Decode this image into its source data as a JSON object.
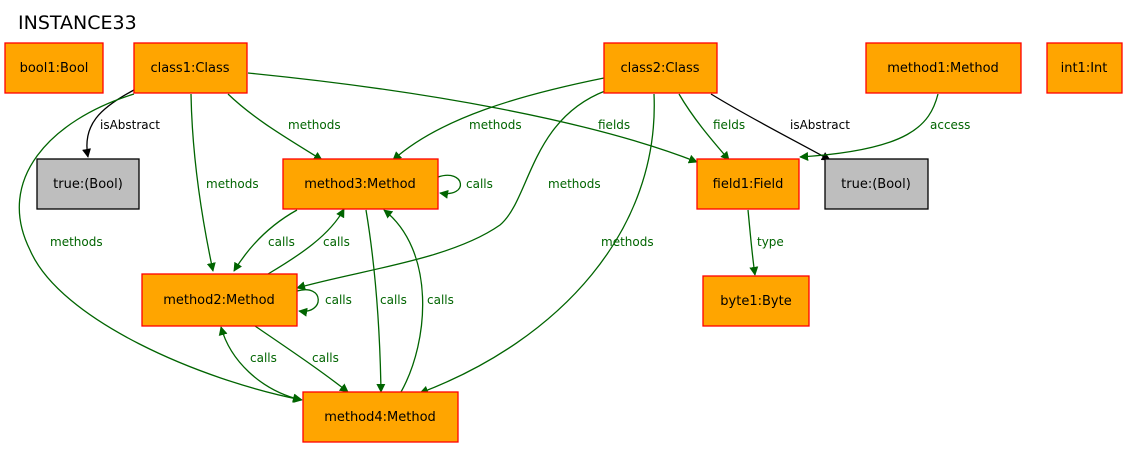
{
  "title": "INSTANCE33",
  "colors": {
    "node_fill": "#FFA500",
    "node_stroke": "#FF0000",
    "value_fill": "#BEBEBE",
    "value_stroke": "#000000",
    "edge_green": "#006400",
    "edge_black": "#000000"
  },
  "nodes": {
    "bool1": {
      "label": "bool1:Bool"
    },
    "class1": {
      "label": "class1:Class"
    },
    "true1": {
      "label": "true:(Bool)"
    },
    "method3": {
      "label": "method3:Method"
    },
    "method2": {
      "label": "method2:Method"
    },
    "method4": {
      "label": "method4:Method"
    },
    "class2": {
      "label": "class2:Class"
    },
    "field1": {
      "label": "field1:Field"
    },
    "true2": {
      "label": "true:(Bool)"
    },
    "byte1": {
      "label": "byte1:Byte"
    },
    "method1": {
      "label": "method1:Method"
    },
    "int1": {
      "label": "int1:Int"
    }
  },
  "edges": {
    "class1_isAbstract": {
      "from": "class1:Class",
      "to": "true:(Bool)",
      "label": "isAbstract"
    },
    "class1_methods_m3": {
      "from": "class1:Class",
      "to": "method3:Method",
      "label": "methods"
    },
    "class1_methods_m2": {
      "from": "class1:Class",
      "to": "method2:Method",
      "label": "methods"
    },
    "class1_methods_m4": {
      "from": "class1:Class",
      "to": "method4:Method",
      "label": "methods"
    },
    "class1_fields": {
      "from": "class1:Class",
      "to": "field1:Field",
      "label": "fields"
    },
    "class2_methods_m3": {
      "from": "class2:Class",
      "to": "method3:Method",
      "label": "methods"
    },
    "class2_methods_m2": {
      "from": "class2:Class",
      "to": "method2:Method",
      "label": "methods"
    },
    "class2_methods_m4": {
      "from": "class2:Class",
      "to": "method4:Method",
      "label": "methods"
    },
    "class2_fields": {
      "from": "class2:Class",
      "to": "field1:Field",
      "label": "fields"
    },
    "class2_isAbstract": {
      "from": "class2:Class",
      "to": "true:(Bool)",
      "label": "isAbstract"
    },
    "method1_access": {
      "from": "method1:Method",
      "to": "field1:Field",
      "label": "access"
    },
    "field1_type": {
      "from": "field1:Field",
      "to": "byte1:Byte",
      "label": "type"
    },
    "m3_calls_m3": {
      "from": "method3:Method",
      "to": "method3:Method",
      "label": "calls"
    },
    "m3_calls_m2": {
      "from": "method3:Method",
      "to": "method2:Method",
      "label": "calls"
    },
    "m2_calls_m3": {
      "from": "method2:Method",
      "to": "method3:Method",
      "label": "calls"
    },
    "m2_calls_m2": {
      "from": "method2:Method",
      "to": "method2:Method",
      "label": "calls"
    },
    "m3_calls_m4": {
      "from": "method3:Method",
      "to": "method4:Method",
      "label": "calls"
    },
    "m4_calls_m3": {
      "from": "method4:Method",
      "to": "method3:Method",
      "label": "calls"
    },
    "m4_calls_m2": {
      "from": "method4:Method",
      "to": "method2:Method",
      "label": "calls"
    },
    "m2_calls_m4": {
      "from": "method2:Method",
      "to": "method4:Method",
      "label": "calls"
    }
  }
}
